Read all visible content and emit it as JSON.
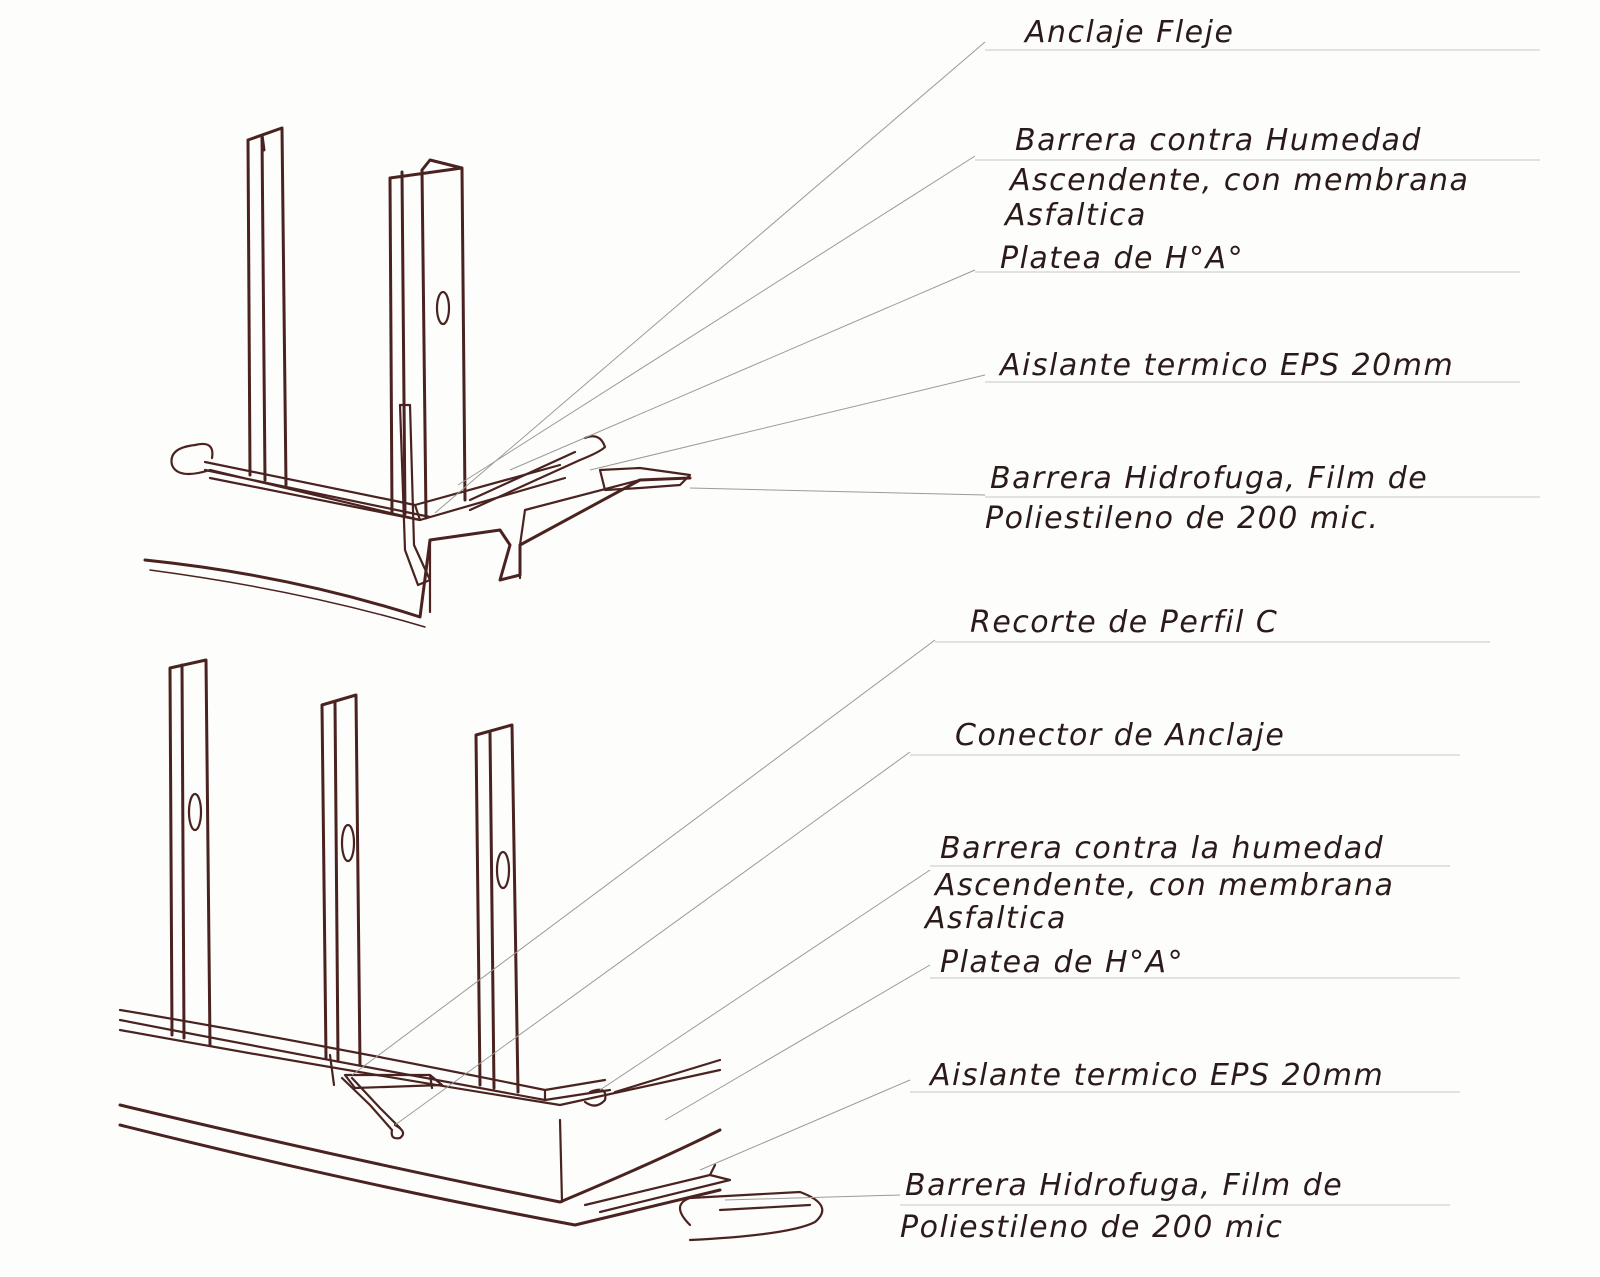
{
  "top_diagram": {
    "labels": [
      {
        "id": "anclaje-fleje",
        "lines": [
          "Anclaje Fleje"
        ]
      },
      {
        "id": "barrera-humedad",
        "lines": [
          "Barrera contra Humedad",
          "Ascendente, con membrana",
          "Asfaltica"
        ]
      },
      {
        "id": "platea",
        "lines": [
          "Platea de H°A°"
        ]
      },
      {
        "id": "aislante",
        "lines": [
          "Aislante termico EPS 20mm"
        ]
      },
      {
        "id": "barrera-hidrofuga",
        "lines": [
          "Barrera Hidrofuga, Film de",
          "Poliestileno de 200 mic."
        ]
      }
    ]
  },
  "bottom_diagram": {
    "labels": [
      {
        "id": "recorte-perfil",
        "lines": [
          "Recorte de Perfil C"
        ]
      },
      {
        "id": "conector-anclaje",
        "lines": [
          "Conector de Anclaje"
        ]
      },
      {
        "id": "barrera-humedad",
        "lines": [
          "Barrera contra la humedad",
          "Ascendente, con membrana",
          "Asfaltica"
        ]
      },
      {
        "id": "platea",
        "lines": [
          "Platea de H°A°"
        ]
      },
      {
        "id": "aislante",
        "lines": [
          "Aislante termico EPS 20mm"
        ]
      },
      {
        "id": "barrera-hidrofuga",
        "lines": [
          "Barrera Hidrofuga, Film de",
          "Poliestileno de 200 mic"
        ]
      }
    ]
  },
  "colors": {
    "ink": "#4a2320",
    "leader": "#9a9a9a",
    "paper": "#fdfdfb"
  }
}
